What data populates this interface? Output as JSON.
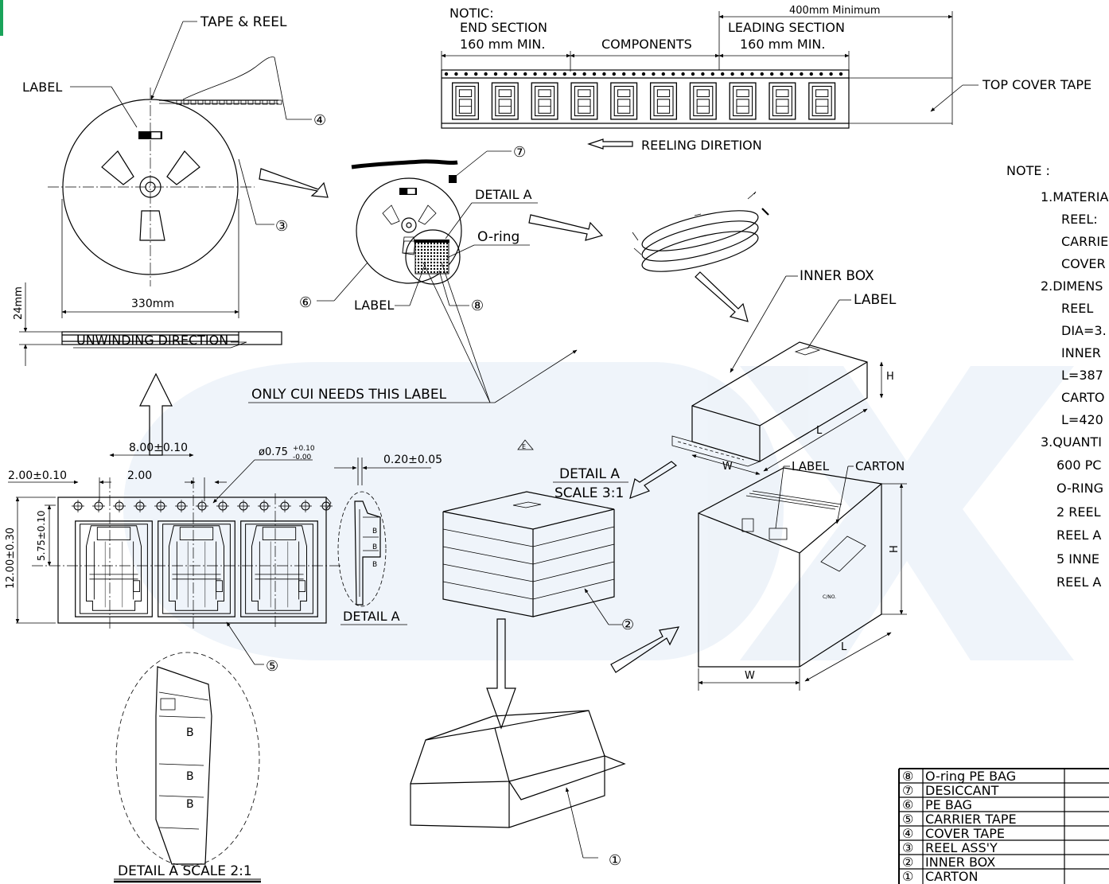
{
  "colors": {
    "watermark": "#1f5fb5",
    "accent_bar": "#1aa35a",
    "line": "#000000"
  },
  "tape_strip": {
    "notic_label": "NOTIC:",
    "end_section_label": "END SECTION",
    "end_section_value": "160 mm MIN.",
    "components_label": "COMPONENTS",
    "leading_section_label": "LEADING SECTION",
    "leading_section_value": "160 mm MIN.",
    "minimum_label": "400mm Minimum",
    "top_cover_tape_label": "TOP COVER TAPE",
    "reeling_direction_label": "REELING DIRETION"
  },
  "reel_view": {
    "tape_reel_label": "TAPE & REEL",
    "label_label": "LABEL",
    "diameter_label": "330mm",
    "width_label": "24mm",
    "unwinding_label": "UNWINDING DIRECTION"
  },
  "bag_view": {
    "detail_a_label": "DETAIL A",
    "oring_label": "O-ring",
    "label_label": "LABEL",
    "cui_note": "ONLY CUI NEEDS THIS LABEL",
    "e_mark": "E"
  },
  "inner_box_view": {
    "inner_box_label": "INNER BOX",
    "label_label": "LABEL",
    "h_label": "H",
    "w_label": "W",
    "l_label": "L"
  },
  "carton_view": {
    "label_label": "LABEL",
    "carton_label": "CARTON",
    "h_label": "H",
    "w_label": "W",
    "l_label": "L",
    "cno_label": "C/NO."
  },
  "tape_detail": {
    "pitch_label": "8.00±0.10",
    "hole_label": "ø0.75",
    "hole_tol_plus": "+0.10",
    "hole_tol_minus": "-0.00",
    "thickness_label": "0.20±0.05",
    "edge_label": "2.00±0.10",
    "hole_pitch_label": "2.00",
    "offset_label": "5.75±0.10",
    "width_label": "12.00±0.30",
    "detail_a_label": "DETAIL A",
    "detail_a_scale_title": "DETAIL A",
    "detail_a_scale_value": "SCALE 3:1",
    "detail_scale_2_label": "DETAIL A SCALE 2:1"
  },
  "callouts": [
    "①",
    "②",
    "③",
    "④",
    "⑤",
    "⑥",
    "⑦",
    "⑧"
  ],
  "notes": {
    "title": "NOTE :",
    "lines": [
      "1.MATERIA",
      "REEL:",
      "CARRIE",
      "COVER",
      "2.DIMENS",
      "REEL",
      "DIA=3.",
      "INNER",
      "L=387",
      "CARTO",
      "L=420",
      "3.QUANTI",
      "600 PC",
      "O-RING",
      "2 REEL",
      "REEL A",
      "5 INNE",
      "REEL A"
    ]
  },
  "bom": [
    {
      "no": "⑧",
      "name": "O-ring PE BAG"
    },
    {
      "no": "⑦",
      "name": "DESICCANT"
    },
    {
      "no": "⑥",
      "name": "PE BAG"
    },
    {
      "no": "⑤",
      "name": "CARRIER TAPE"
    },
    {
      "no": "④",
      "name": "COVER TAPE"
    },
    {
      "no": "③",
      "name": "REEL ASS'Y"
    },
    {
      "no": "②",
      "name": "INNER BOX"
    },
    {
      "no": "①",
      "name": "CARTON"
    }
  ]
}
